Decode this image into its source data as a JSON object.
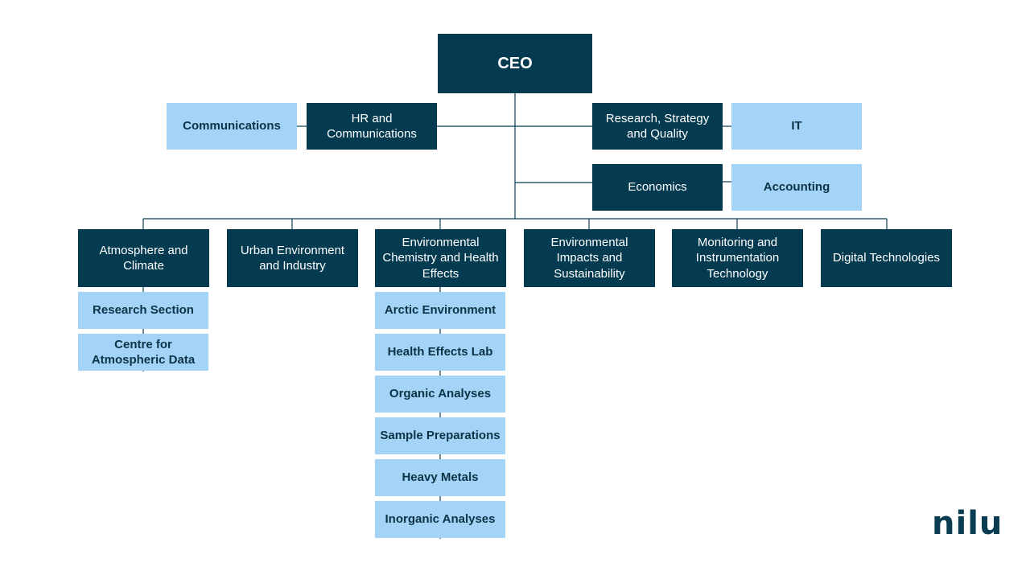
{
  "org_chart": {
    "ceo": "CEO",
    "staff_left": {
      "hr": "HR and Communications",
      "communications": "Communications"
    },
    "staff_right": {
      "research_strategy": "Research, Strategy and Quality",
      "it": "IT",
      "economics": "Economics",
      "accounting": "Accounting"
    },
    "departments": [
      {
        "name": "Atmosphere and Climate",
        "units": [
          "Research Section",
          "Centre for Atmospheric Data"
        ]
      },
      {
        "name": "Urban Environment and Industry",
        "units": []
      },
      {
        "name": "Environmental Chemistry and Health Effects",
        "units": [
          "Arctic Environment",
          "Health Effects Lab",
          "Organic Analyses",
          "Sample Preparations",
          "Heavy Metals",
          "Inorganic Analyses"
        ]
      },
      {
        "name": "Environmental Impacts and Sustainability",
        "units": []
      },
      {
        "name": "Monitoring and Instrumentation Technology",
        "units": []
      },
      {
        "name": "Digital Technologies",
        "units": []
      }
    ]
  },
  "logo": "nilu",
  "colors": {
    "dark": "#053b50",
    "light": "#a4d3f8",
    "line": "#0b3d52"
  }
}
